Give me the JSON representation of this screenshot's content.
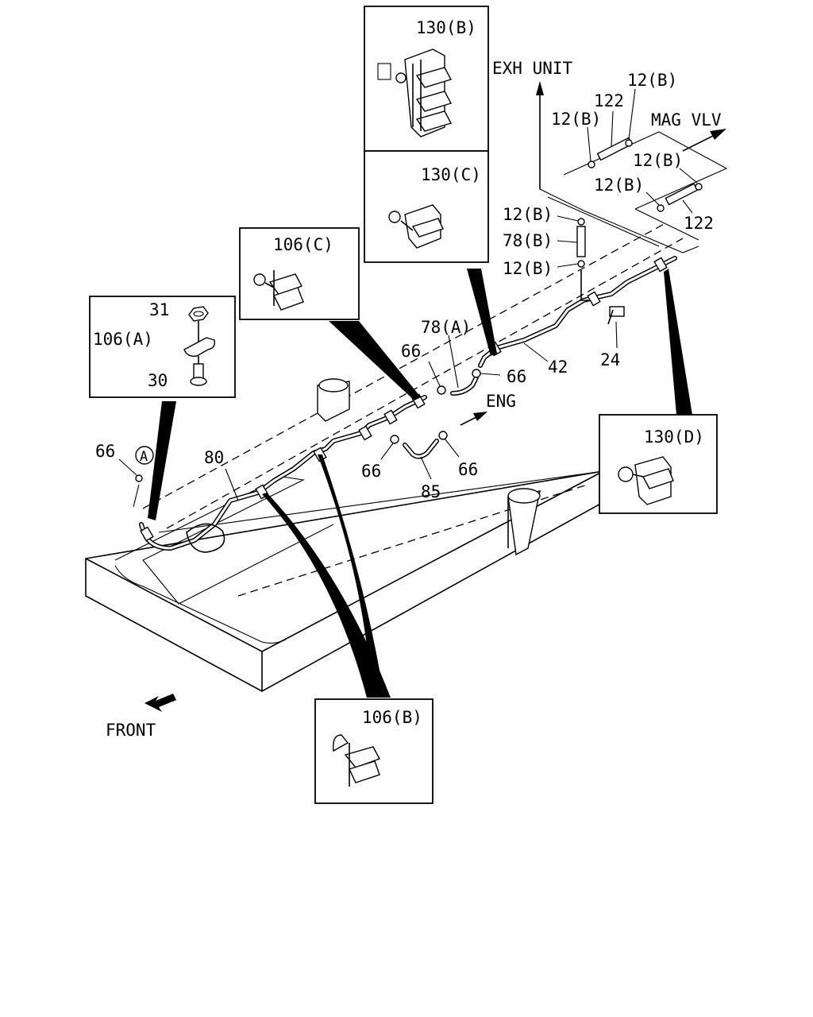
{
  "labels": {
    "exh_unit": "EXH UNIT",
    "mag_vlv": "MAG VLV",
    "eng": "ENG",
    "front": "FRONT",
    "circle_a": "A"
  },
  "callouts": {
    "c130b_box": "130(B)",
    "c130c_box": "130(C)",
    "c106c_box": "106(C)",
    "c31": "31",
    "c106a": "106(A)",
    "c30": "30",
    "c130d_box": "130(D)",
    "c106b_box": "106(B)",
    "c12b_top": "12(B)",
    "c122_top": "122",
    "c12b_left": "12(B)",
    "c12b_mid": "12(B)",
    "c12b_lower": "12(B)",
    "c122_low": "122",
    "c12b_78_top": "12(B)",
    "c78b": "78(B)",
    "c12b_78_bot": "12(B)",
    "c78a": "78(A)",
    "c66_upper": "66",
    "c66_right": "66",
    "c42": "42",
    "c24": "24",
    "c66_left": "66",
    "c80": "80",
    "c66_mid": "66",
    "c85": "85",
    "c66_eng": "66"
  }
}
